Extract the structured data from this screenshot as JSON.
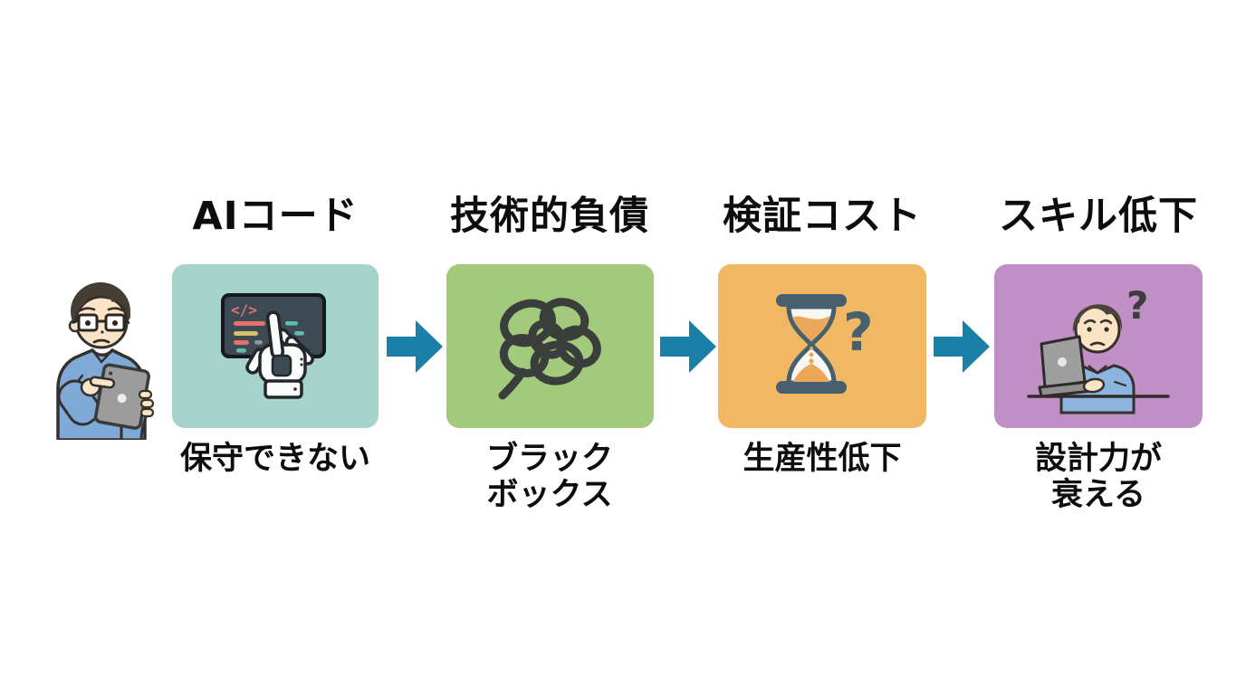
{
  "canvas": {
    "background": "#ffffff"
  },
  "palette": {
    "step1_box": "#A6D4CD",
    "step2_box": "#A3C97C",
    "step3_box": "#F2B763",
    "step4_box": "#C08FC5",
    "arrow": "#1A80A8",
    "text": "#0D0D0D",
    "code_screen": "#3D4A54",
    "code_red": "#E0716B",
    "code_yellow": "#D8C06A",
    "code_teal": "#5FBCB0",
    "knot": "#3A3F3B",
    "hourglass_frame": "#46606F",
    "hourglass_sand": "#EBA757",
    "skin": "#FBE4C8",
    "shirt_blue": "#7FA9D6",
    "laptop_gray": "#9C9C9C"
  },
  "figures": {
    "left_illustration": "man-with-glasses-looking-at-tablet"
  },
  "flow": {
    "arrow_color": "#1A80A8",
    "steps": [
      {
        "title": "AIコード",
        "icon": "robot-hand-coding-icon",
        "box_color": "#A6D4CD",
        "caption_lines": [
          "保守できない",
          ""
        ]
      },
      {
        "title": "技術的負債",
        "icon": "tangled-knot-icon",
        "box_color": "#A3C97C",
        "caption_lines": [
          "ブラック",
          "ボックス"
        ]
      },
      {
        "title": "検証コスト",
        "icon": "hourglass-question-icon",
        "box_color": "#F2B763",
        "caption_lines": [
          "生産性低下",
          ""
        ]
      },
      {
        "title": "スキル低下",
        "icon": "worried-coder-laptop-icon",
        "box_color": "#C08FC5",
        "caption_lines": [
          "設計力が",
          "衰える"
        ]
      }
    ]
  }
}
